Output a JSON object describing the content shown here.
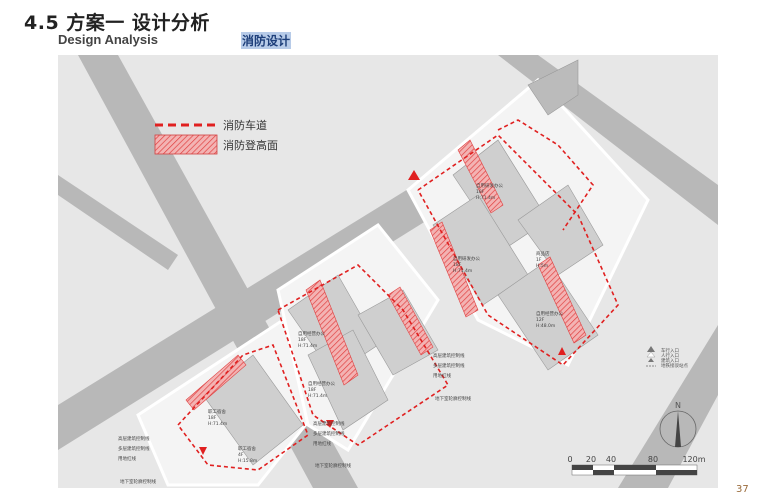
{
  "header": {
    "title": "4.5 方案一 设计分析",
    "subtitle": "Design Analysis",
    "section": "消防设计"
  },
  "legend": {
    "fire_lane": "消防车道",
    "fire_platform": "消防登高面"
  },
  "entry_legend": [
    "车行入口",
    "人行入口",
    "建筑入口",
    "地铁接驳站点"
  ],
  "buildings": [
    {
      "name": "职工宿舍",
      "floors": "18F",
      "height": "H:71.4m"
    },
    {
      "name": "职工宿舍",
      "floors": "4F",
      "height": "H:15.8m"
    },
    {
      "name": "自用经营办公",
      "floors": "18F",
      "height": "H:71.4m"
    },
    {
      "name": "自用经营办公",
      "floors": "18F",
      "height": "H:71.4m"
    },
    {
      "name": "自用研发办公",
      "floors": "18F",
      "height": "H:71.4m"
    },
    {
      "name": "自用研发办公",
      "floors": "18F",
      "height": "H:71.4m"
    },
    {
      "name": "商品店",
      "floors": "1F",
      "height": "H:5m"
    },
    {
      "name": "自用经营办公",
      "floors": "12F",
      "height": "H:48.0m"
    }
  ],
  "control_lines": [
    "高层建筑控制线",
    "多层建筑控制线",
    "用地红线",
    "地下室轮廓控制线"
  ],
  "north": "N",
  "scale": {
    "ticks": [
      "0",
      "20",
      "40",
      "80",
      "120m"
    ]
  },
  "page_number": "37",
  "colors": {
    "fire": "#e02020",
    "road": "#b4b4b4",
    "ground": "#e7e7e7"
  }
}
